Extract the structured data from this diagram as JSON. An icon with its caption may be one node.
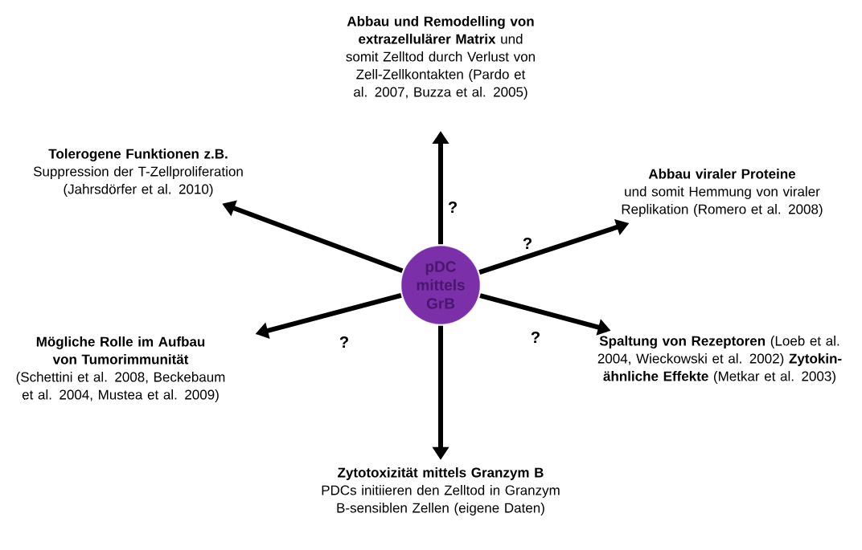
{
  "diagram": {
    "nodes": [
      {
        "text": [
          "pDC mittels GrB"
        ]
      },
      {
        "text": [
          "**Abbau und Remodelling von extrazellulärer Matrix** und somit Zelltod durch Verlust von Zell-Zellkontakten (Pardo et al. 2007, Buzza et al. 2005)"
        ]
      },
      {
        "text": [
          "Tolerogene Funktionen z.B.",
          "Suppression der T-Zellproliferation (Jahrsdörfer et al. 2010)"
        ]
      },
      {
        "text": [
          "Abbau viraler Proteine",
          "und somit Hemmung von viraler Replikation (Romero et al. 2008)"
        ]
      },
      {
        "text": [
          "Mögliche Rolle im Aufbau von Tumorimmunität",
          "(Schettini et al. 2008, Beckebaum et al. 2004, Mustea et al. 2009)"
        ]
      },
      {
        "text": [
          "**Spaltung von Rezeptoren** (Loeb et al. 2004, Wieckowski et al. 2002) **Zytokin-ähnliche Effekte** (Metkar et al. 2003)"
        ]
      },
      {
        "text": [
          "Zytotoxizität mittels Granzym B",
          "PDCs initiieren den Zelltod in Granzym B-sensiblen Zellen (eigene Daten)"
        ]
      }
    ],
    "edges": [
      {
        "from": 0,
        "to": 1,
        "arrow": "to",
        "label": "?"
      },
      {
        "from": 0,
        "to": 2,
        "arrow": "to"
      },
      {
        "from": 0,
        "to": 3,
        "arrow": "to",
        "label": "?"
      },
      {
        "from": 0,
        "to": 4,
        "arrow": "to",
        "label": "?"
      },
      {
        "from": 0,
        "to": 5,
        "arrow": "to",
        "label": "?"
      },
      {
        "from": 0,
        "to": 6,
        "arrow": "to"
      }
    ]
  }
}
